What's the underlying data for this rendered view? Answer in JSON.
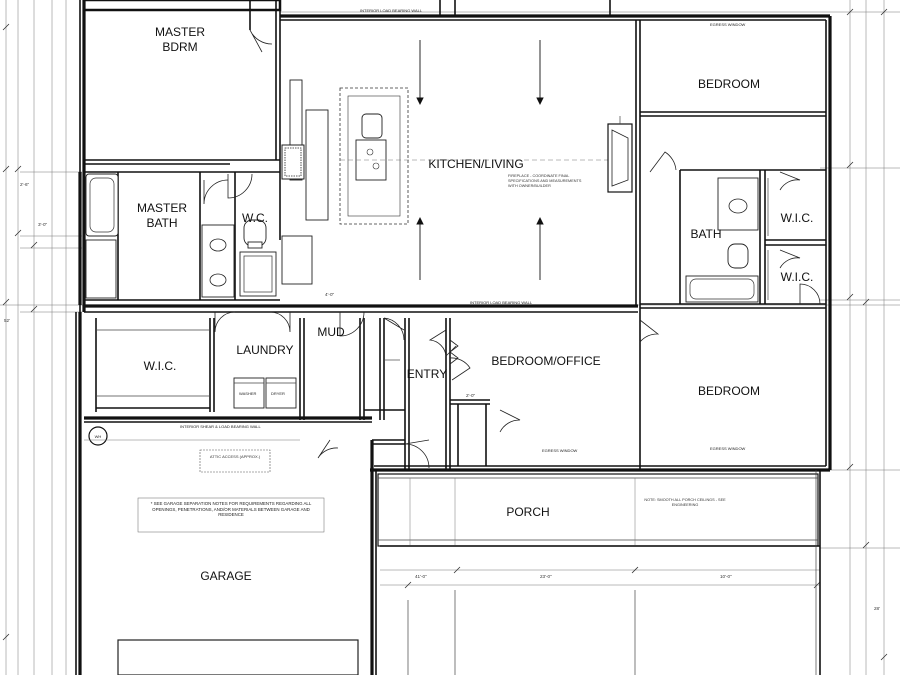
{
  "rooms": {
    "master_bdrm_line1": "MASTER",
    "master_bdrm_line2": "BDRM",
    "master_bath_line1": "MASTER",
    "master_bath_line2": "BATH",
    "wc": "W.C.",
    "wic_left": "W.I.C.",
    "laundry": "LAUNDRY",
    "mud": "MUD",
    "entry": "ENTRY",
    "kitchen_living": "KITCHEN/LIVING",
    "bedroom_top": "BEDROOM",
    "bath": "BATH",
    "wic_right_top": "W.I.C.",
    "wic_right_bottom": "W.I.C.",
    "bedroom_office": "BEDROOM/OFFICE",
    "bedroom_bottom": "BEDROOM",
    "porch": "PORCH",
    "garage": "GARAGE",
    "wh": "WH"
  },
  "notes": {
    "garage_separation": "* SEE GARAGE SEPARATION NOTES FOR REQUIREMENTS REGARDING ALL OPENINGS, PENETRATIONS, AND/OR MATERIALS BETWEEN GARAGE AND RESIDENCE",
    "attic_access": "ATTIC ACCESS (APPROX.)",
    "fireplace": "FIREPLACE - COORDINATE FINAL SPECIFICATIONS AND MEASUREMENTS WITH OWNER/BUILDER",
    "porch_note": "NOTE: SMOOTH ALL PORCH CEILINGS - SEE ENGINEERING",
    "interior_wall_top": "INTERIOR LOAD BEARING WALL",
    "interior_wall_mid": "INTERIOR LOAD BEARING WALL",
    "interior_wall_garage": "INTERIOR SHEAR & LOAD BEARING WALL",
    "egress_top": "EGRESS WINDOW",
    "egress_office": "EGRESS WINDOW",
    "egress_bottom": "EGRESS WINDOW",
    "washer": "WASHER",
    "dryer": "DRYER"
  },
  "dimensions": {
    "porch_left": "41'-0\"",
    "porch_mid": "23'-0\"",
    "porch_right": "10'-0\"",
    "overall_right": "28'",
    "overall_left": "52'",
    "dim_2_6": "2'-6\"",
    "dim_3_0": "3'-0\"",
    "dim_4_0": "4'-0\"",
    "dim_2_0": "2'-0\""
  }
}
